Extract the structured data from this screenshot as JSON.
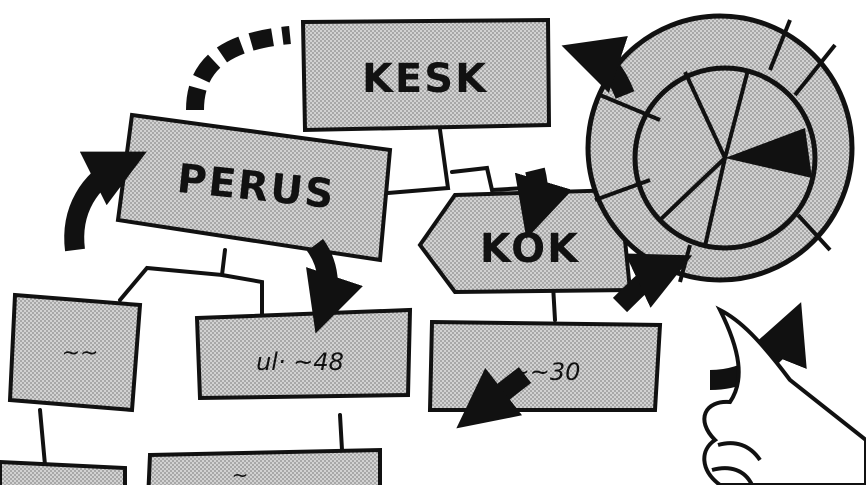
{
  "diagram": {
    "style": "hand-drawn comic organization chart",
    "colors": {
      "ink": "#111111",
      "fill": "#bdbdbd",
      "paper": "#ffffff"
    },
    "nodes": {
      "kesk": "KESK",
      "perus": "PERUS",
      "kok": "KOK",
      "left_box": "~~",
      "middle_box": "ul· ~48",
      "right_box": "~~30",
      "bottom_box": "~"
    },
    "pie_chart": {
      "segments": 5,
      "highlighted_segment": "black wedge",
      "outer_ring_segments": 8
    },
    "icons": [
      "curved-arrow-icon",
      "pointing-hand-icon",
      "pie-chart-icon"
    ]
  }
}
